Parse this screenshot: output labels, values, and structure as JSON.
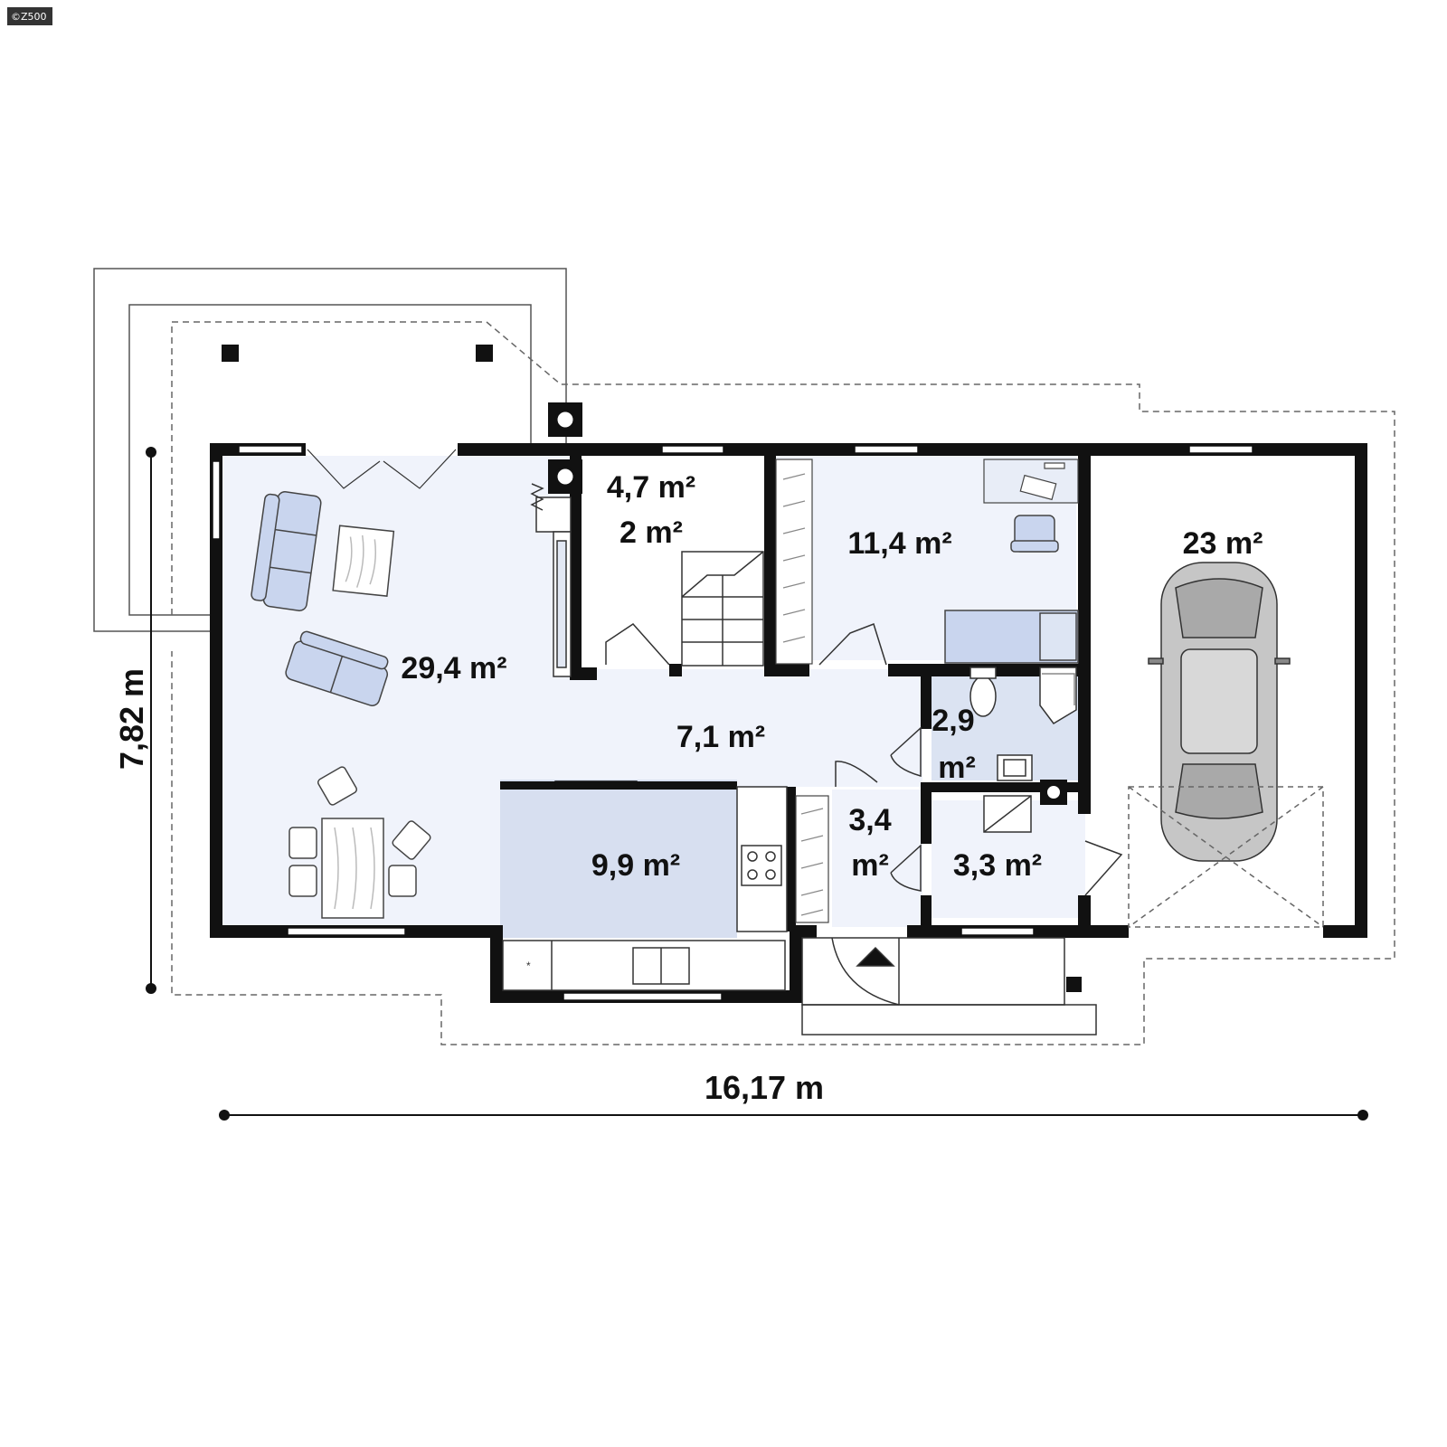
{
  "copyright": "©Z500",
  "rooms": {
    "living": "29,4 m²",
    "utility_a": "4,7 m²",
    "utility_b": "2 m²",
    "bedroom": "11,4 m²",
    "garage": "23 m²",
    "hall": "7,1 m²",
    "bathroom_a": "2,9",
    "bathroom_b": "m²",
    "kitchen": "9,9 m²",
    "vestibule_a": "3,4",
    "vestibule_b": "m²",
    "boiler": "3,3 m²"
  },
  "dimensions": {
    "width": "16,17 m",
    "depth": "7,82 m"
  },
  "colors": {
    "wall": "#111111",
    "room_fill": "#f0f3fb",
    "kitchen_fill": "#d7dff0",
    "furniture_fill": "#c9d5ee",
    "window": "#ffffff"
  }
}
